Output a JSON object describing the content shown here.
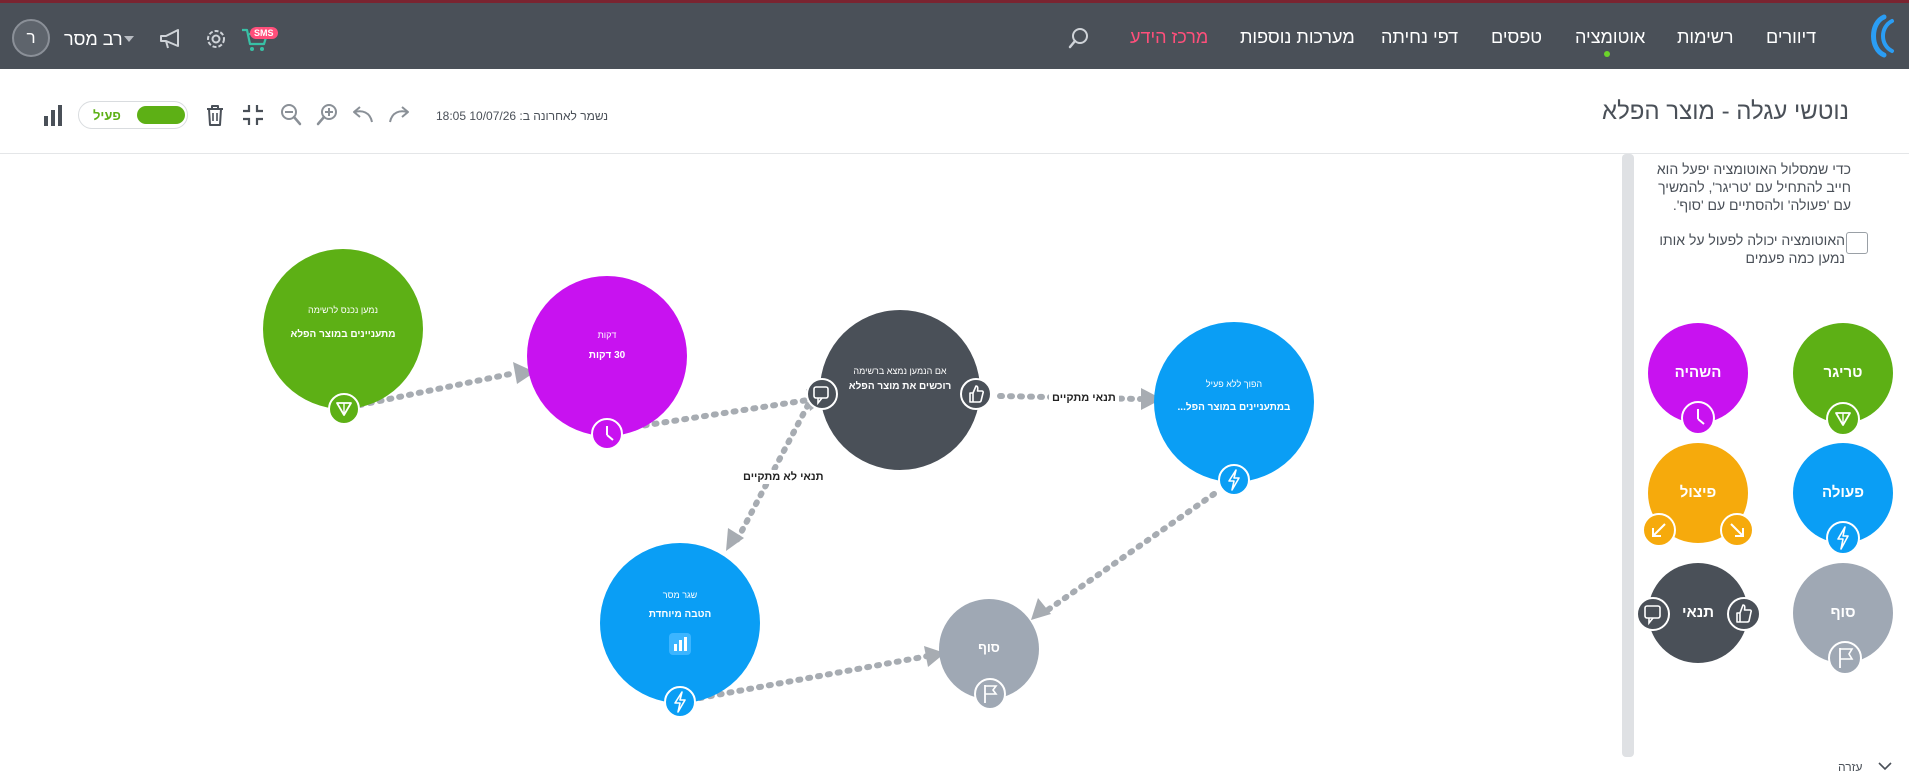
{
  "header": {
    "nav": [
      {
        "label": "דיוורים"
      },
      {
        "label": "רשימות"
      },
      {
        "label": "אוטומציה",
        "active": true
      },
      {
        "label": "טפסים"
      },
      {
        "label": "דפי נחיתה"
      },
      {
        "label": "מערכות נוספות"
      },
      {
        "label": "מרכז הידע"
      }
    ],
    "user_name": "רב מסר",
    "avatar_letter": "ר",
    "sms_badge": "SMS",
    "icons": [
      "search-icon",
      "cart-icon",
      "gear-icon",
      "megaphone-icon"
    ]
  },
  "toolbar": {
    "title": "נוטשי עגלה - מוצר הפלא",
    "saved_text": "נשמר לאחרונה ב: 10/07/26 18:05",
    "toggle_label": "פעיל",
    "icons": [
      "redo-icon",
      "undo-icon",
      "zoom-in-icon",
      "zoom-out-icon",
      "compress-icon",
      "trash-icon",
      "stats-icon"
    ]
  },
  "flow": {
    "nodes": [
      {
        "id": "trigger",
        "sub": "נמען נכנס לרשימה",
        "main": "מתעניינים במוצר הפלא",
        "color": "#5db015",
        "icon": "trigger-icon"
      },
      {
        "id": "wait",
        "sub": "דקות",
        "main": "30 דקות",
        "color": "#c812f0",
        "icon": "clock-icon"
      },
      {
        "id": "condition",
        "sub": "אם הנמען נמצא ברשימה",
        "main": "רוכשים את מוצר הפלא",
        "color": "#4a5058",
        "icon": "thumbs-icon"
      },
      {
        "id": "action1",
        "sub": "הפוך ללא פעיל",
        "main": "במתעניינים במוצר הפל...",
        "color": "#0a9ef5",
        "icon": "bolt-icon"
      },
      {
        "id": "action2",
        "sub": "שגר מסר",
        "main": "הטבה מיוחדת",
        "color": "#0a9ef5",
        "icon": "bolt-icon"
      },
      {
        "id": "end",
        "main": "סוף",
        "color": "#9fa8b4",
        "icon": "flag-icon"
      }
    ],
    "edge_labels": {
      "condition_true": "תנאי מתקיים",
      "condition_false": "תנאי לא מתקיים"
    }
  },
  "sidebar": {
    "intro": "כדי שמסלול האוטומציה יפעל הוא חייב להתחיל עם 'טריגר', להמשיך עם 'פעולה' ולהסתיים עם 'סוף'.",
    "checkbox_label": "האוטומציה יכולה לפעול על אותו נמען כמה פעמים",
    "palette": [
      {
        "label": "טריגר",
        "color": "#5db015"
      },
      {
        "label": "השהיה",
        "color": "#c812f0"
      },
      {
        "label": "פעולה",
        "color": "#0a9ef5"
      },
      {
        "label": "פיצול",
        "color": "#f6aa0c"
      },
      {
        "label": "סוף",
        "color": "#9fa8b4"
      },
      {
        "label": "תנאי",
        "color": "#4a5058"
      }
    ],
    "bottom_text": "עזרה"
  }
}
